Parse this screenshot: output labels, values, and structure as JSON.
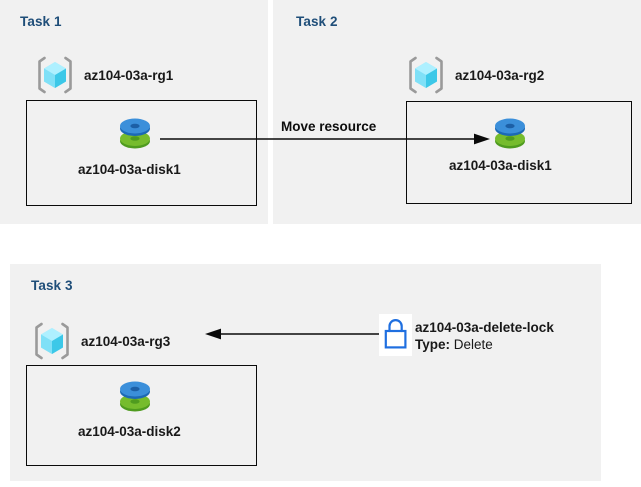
{
  "diagram": {
    "background": "#ffffff",
    "panel_background": "#f1f1f1",
    "title_color": "#1f4e79",
    "text_color": "#191919",
    "line_color": "#0a0a0a",
    "lock_color": "#1f6fe0"
  },
  "panels": [
    {
      "id": "task1",
      "title": "Task 1"
    },
    {
      "id": "task2",
      "title": "Task 2"
    },
    {
      "id": "task3",
      "title": "Task 3"
    }
  ],
  "resource_groups": [
    {
      "name": "az104-03a-rg1",
      "icon": "resource-group-icon",
      "panel": "task1"
    },
    {
      "name": "az104-03a-rg2",
      "icon": "resource-group-icon",
      "panel": "task2"
    },
    {
      "name": "az104-03a-rg3",
      "icon": "resource-group-icon",
      "panel": "task3"
    }
  ],
  "resources": [
    {
      "name": "az104-03a-disk1",
      "icon": "disk-icon",
      "panel": "task1"
    },
    {
      "name": "az104-03a-disk1",
      "icon": "disk-icon",
      "panel": "task2"
    },
    {
      "name": "az104-03a-disk2",
      "icon": "disk-icon",
      "panel": "task3"
    }
  ],
  "arrows": [
    {
      "id": "move-resource",
      "label": "Move resource",
      "direction": "right",
      "from": "az104-03a-disk1 (Task 1)",
      "to": "az104-03a-rg2 box (Task 2)"
    },
    {
      "id": "delete-lock",
      "label": "",
      "direction": "left",
      "from": "az104-03a-delete-lock",
      "to": "az104-03a-rg3"
    }
  ],
  "lock": {
    "icon": "lock-icon",
    "name": "az104-03a-delete-lock",
    "type_label": "Type:",
    "type_value": "Delete"
  }
}
